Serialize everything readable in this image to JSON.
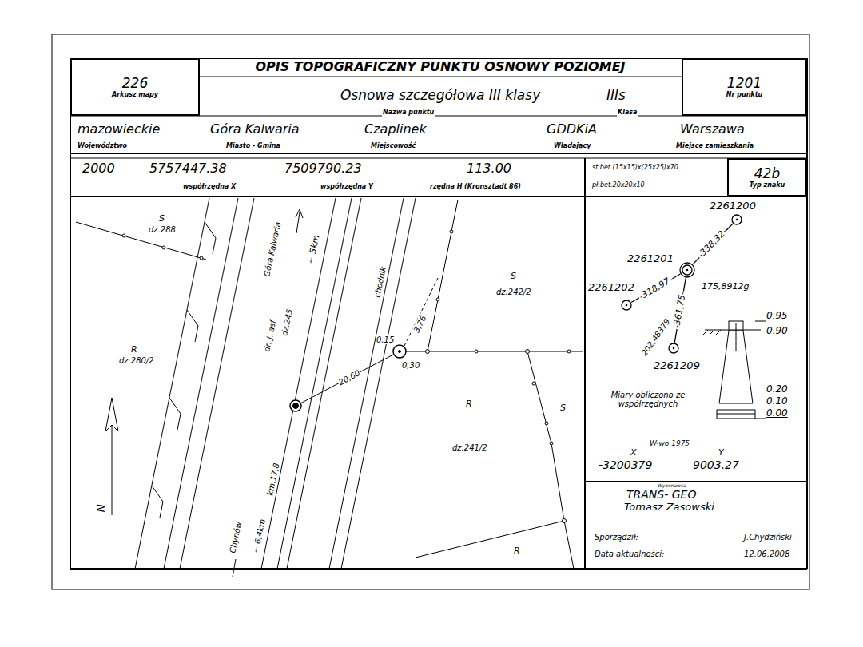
{
  "diagram": {
    "title": "OPIS TOPOGRAFICZNY PUNKTU OSNOWY POZIOMEJ",
    "nodes": [
      {
        "text": [
          "226",
          "Arkusz mapy"
        ]
      },
      {
        "text": [
          "1201",
          "Nr punktu"
        ]
      },
      {
        "text": [
          "42b",
          "Typ znaku"
        ]
      },
      {
        "text": [
          "2261200"
        ]
      },
      {
        "text": [
          "2261201"
        ]
      },
      {
        "text": [
          "2261202"
        ]
      },
      {
        "text": [
          "2261209"
        ]
      }
    ],
    "edges": [
      {
        "from": 4,
        "to": 3,
        "arrow": "none",
        "label": "-338,32-"
      },
      {
        "from": 4,
        "to": 5,
        "arrow": "none",
        "label": "-318,97-"
      },
      {
        "from": 4,
        "to": 6,
        "arrow": "none",
        "label": "-361,75-"
      }
    ],
    "labels": [
      "Osnowa szczegółowa III klasy",
      "Nazwa punktu",
      "IIIs",
      "Klasa",
      "mazowieckie",
      "Województwo",
      "Góra Kalwaria",
      "Miasto - Gmina",
      "Czaplinek",
      "Miejscowość",
      "GDDKiA",
      "Władający",
      "Warszawa",
      "Miejsce zamieszkania",
      "2000",
      "5757447.38",
      "współrzędna X",
      "7509790.23",
      "współrzędna Y",
      "113.00",
      "rzędna H (Kronsztadt 86)",
      "st.bet.(15x15)x(25x25)x70",
      "pł.bet.20x20x10",
      "S",
      "dz.288",
      "R",
      "dz.280/2",
      "Góra Kalwaria",
      "~ 5km",
      "dr. J. asf.",
      "dz.245",
      "chodnik",
      "S",
      "dz.242/2",
      "3,76",
      "0,15",
      "20,60",
      "0,30",
      "km.17,8",
      "R",
      "dz.241/2",
      "S",
      "R",
      "Chynów",
      "~ 6,4km",
      "N",
      "175,8912g",
      "202,48379",
      "0.95",
      "0.90",
      "Miary obliczono ze współrzędnych",
      "0.20",
      "0.10",
      "0.00",
      "W-wo 1975",
      "X",
      "Y",
      "-3200379",
      "9003.27",
      "Wykonawca",
      "TRANS- GEO",
      "Tomasz Zasowski",
      "Sporządził:",
      "J.Chydziński",
      "Data aktualności:",
      "12.06.2008"
    ]
  }
}
